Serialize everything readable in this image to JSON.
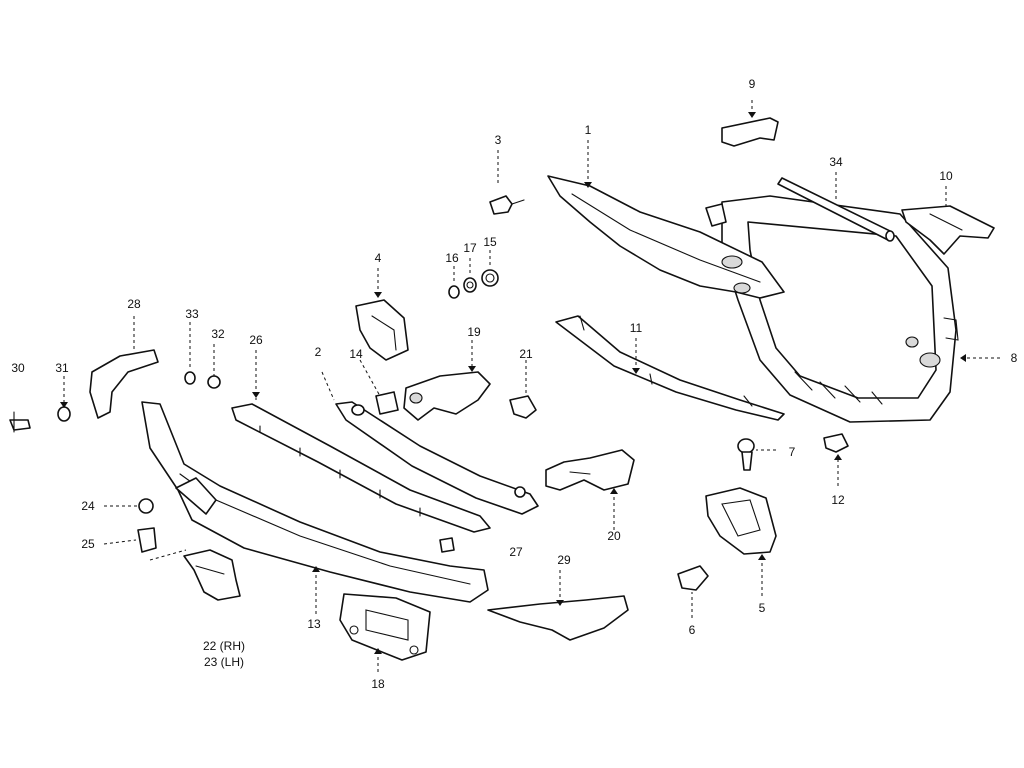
{
  "diagram": {
    "callouts": {
      "c1": "1",
      "c2": "2",
      "c3": "3",
      "c4": "4",
      "c5": "5",
      "c6": "6",
      "c7": "7",
      "c8": "8",
      "c9": "9",
      "c10": "10",
      "c11": "11",
      "c12": "12",
      "c13": "13",
      "c14": "14",
      "c15": "15",
      "c16": "16",
      "c17": "17",
      "c18": "18",
      "c19": "19",
      "c20": "20",
      "c21": "21",
      "c22": "22 (RH)",
      "c23": "23 (LH)",
      "c24": "24",
      "c25": "25",
      "c26": "26",
      "c27": "27",
      "c28": "28",
      "c29": "29",
      "c30": "30",
      "c31": "31",
      "c32": "32",
      "c33": "33",
      "c34": "34"
    }
  }
}
